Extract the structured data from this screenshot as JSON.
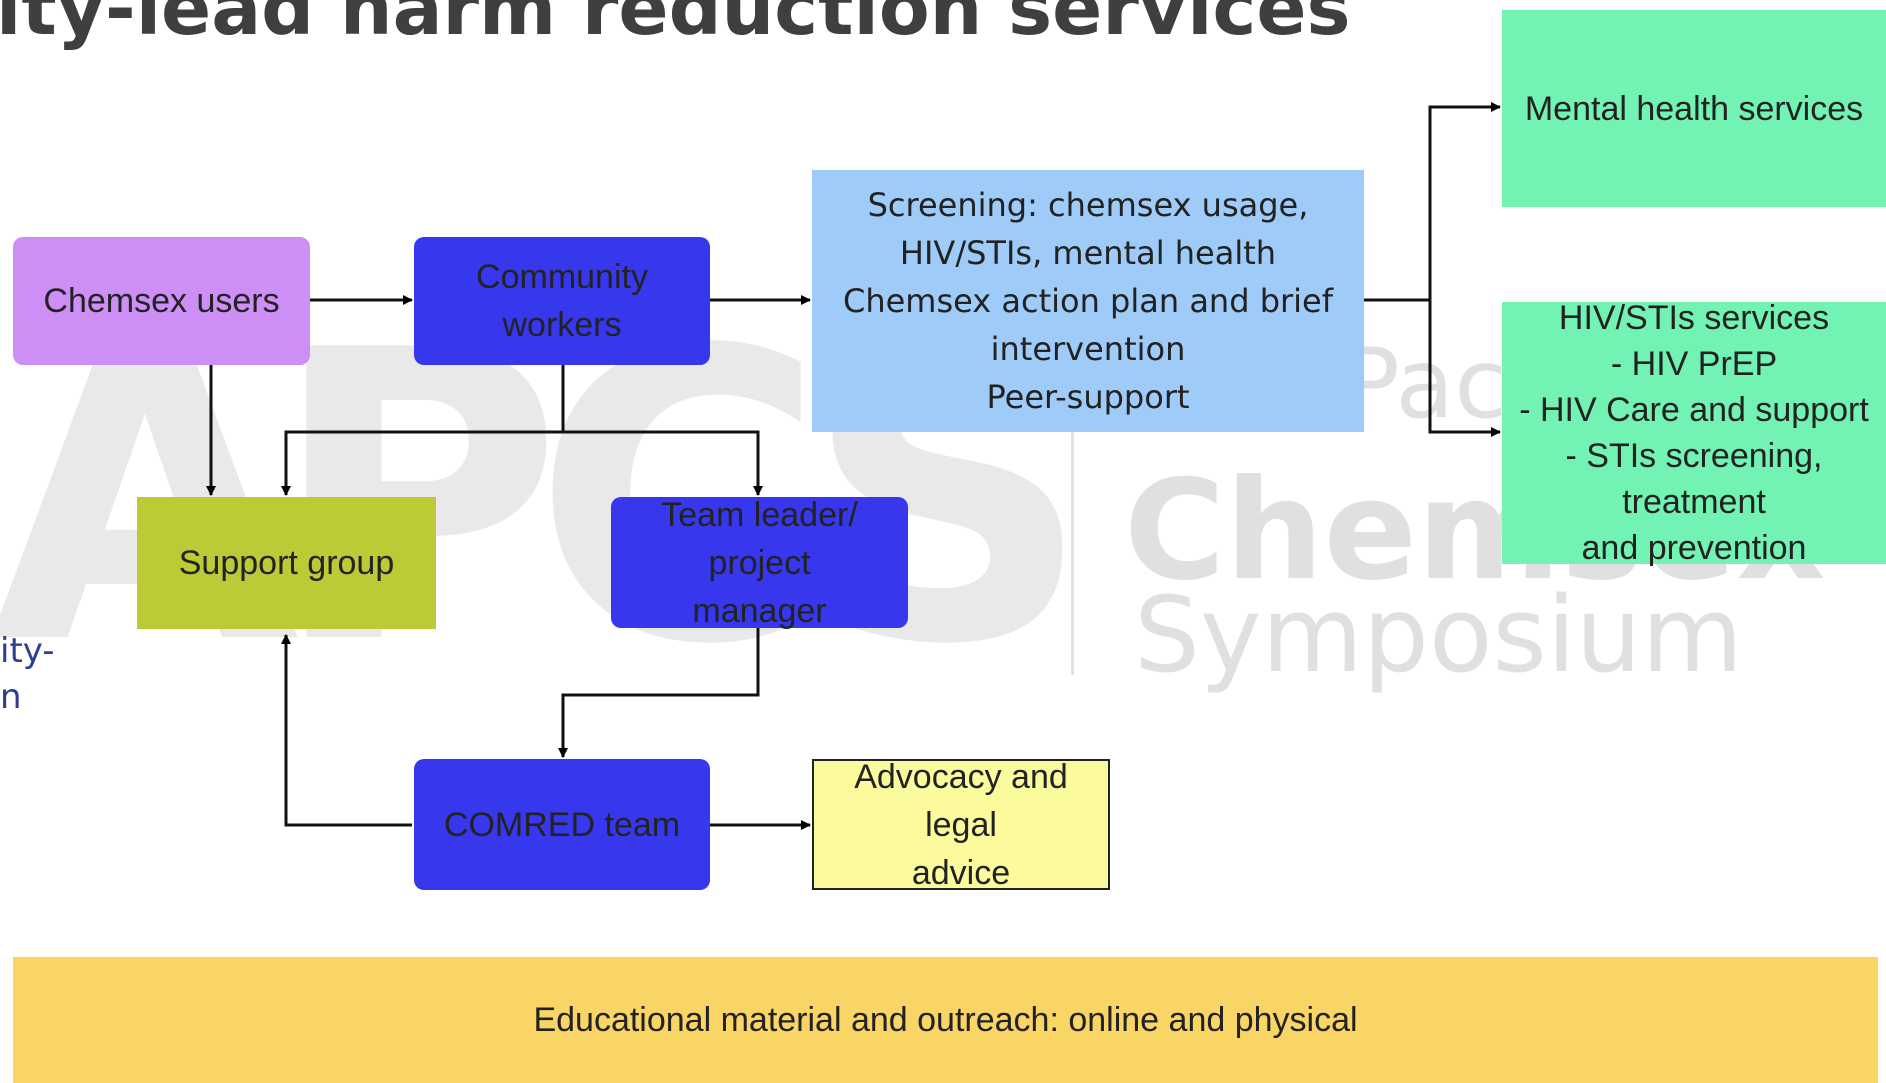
{
  "title": "ity-lead harm reduction services",
  "cut_text": "ity-\nn",
  "watermark": {
    "logo": "APCS",
    "line1": "Asia-Pacific",
    "line2": "Chemsex",
    "line3": "Symposium"
  },
  "nodes": {
    "chemsex_users": "Chemsex users",
    "community_workers": "Community workers",
    "screening": "Screening: chemsex usage,\nHIV/STIs, mental health\nChemsex action plan and brief\nintervention\nPeer-support",
    "mental_health": "Mental health services",
    "hiv_stis": "HIV/STIs services\n- HIV PrEP\n- HIV Care and support\n- STIs screening, treatment\nand prevention",
    "support_group": "Support group",
    "team_leader": "Team leader/ project\nmanager",
    "comred": "COMRED team",
    "advocacy": "Advocacy and legal\nadvice",
    "educational": "Educational material and outreach: online and physical"
  },
  "colors": {
    "purple": "#cd8ef5",
    "blue": "#3737ee",
    "light_blue": "#9ecbf7",
    "green": "#72f2b3",
    "olive": "#bccb35",
    "yellow": "#fbfb9d",
    "gold": "#f9d565"
  }
}
